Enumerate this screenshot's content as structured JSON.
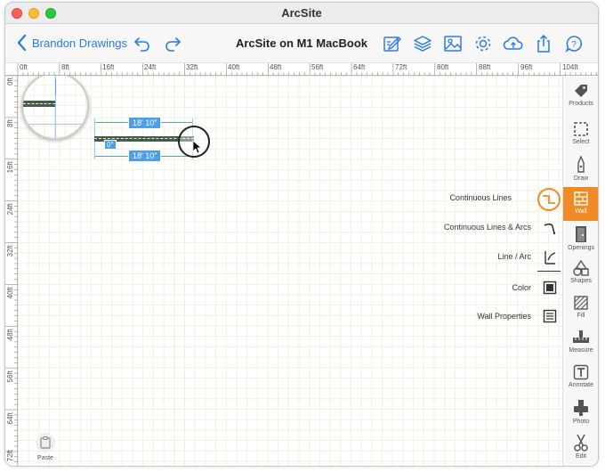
{
  "window": {
    "title": "ArcSite"
  },
  "nav": {
    "back_label": "Brandon Drawings",
    "doc_title": "ArcSite on M1 MacBook"
  },
  "ruler": {
    "top": [
      "0ft",
      "8ft",
      "16ft",
      "24ft",
      "32ft",
      "40ft",
      "48ft",
      "56ft",
      "64ft",
      "72ft",
      "80ft",
      "88ft",
      "96ft",
      "104ft"
    ],
    "left": [
      "0ft",
      "8ft",
      "16ft",
      "24ft",
      "32ft",
      "40ft",
      "48ft",
      "56ft",
      "64ft",
      "72ft"
    ]
  },
  "drawing": {
    "dim_top": "18' 10\"",
    "dim_bottom": "18' 10\"",
    "angle": "0°"
  },
  "wall_menu": [
    {
      "label": "Continuous Lines",
      "icon": "continuous-lines-icon"
    },
    {
      "label": "Continuous Lines & Arcs",
      "icon": "continuous-lines-arcs-icon"
    },
    {
      "label": "Line / Arc",
      "icon": "line-arc-icon"
    },
    {
      "label": "Color",
      "icon": "color-icon"
    },
    {
      "label": "Wall Properties",
      "icon": "wall-properties-icon"
    }
  ],
  "tools": [
    {
      "label": "Products",
      "icon": "tag-icon"
    },
    {
      "label": "Select",
      "icon": "select-icon"
    },
    {
      "label": "Draw",
      "icon": "pen-icon"
    },
    {
      "label": "Wall",
      "icon": "wall-icon"
    },
    {
      "label": "Openings",
      "icon": "door-icon"
    },
    {
      "label": "Shapes",
      "icon": "shapes-icon"
    },
    {
      "label": "Fill",
      "icon": "fill-icon"
    },
    {
      "label": "Measure",
      "icon": "measure-icon"
    },
    {
      "label": "Annotate",
      "icon": "text-icon"
    },
    {
      "label": "Photo",
      "icon": "camera-icon"
    },
    {
      "label": "Edit",
      "icon": "scissors-icon"
    }
  ],
  "paste": {
    "label": "Paste"
  },
  "colors": {
    "accent": "#f08a24",
    "link": "#2a7ae2",
    "dimension": "#4e9ee8"
  }
}
